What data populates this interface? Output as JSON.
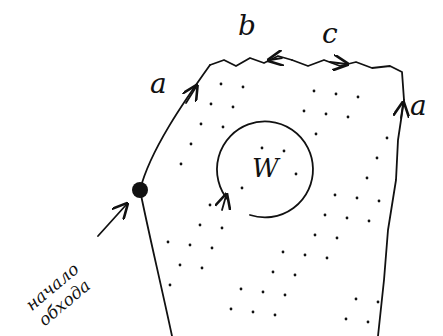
{
  "diagram": {
    "labels": [
      "a",
      "b",
      "c",
      "a",
      "W",
      "начало обхода"
    ]
  }
}
